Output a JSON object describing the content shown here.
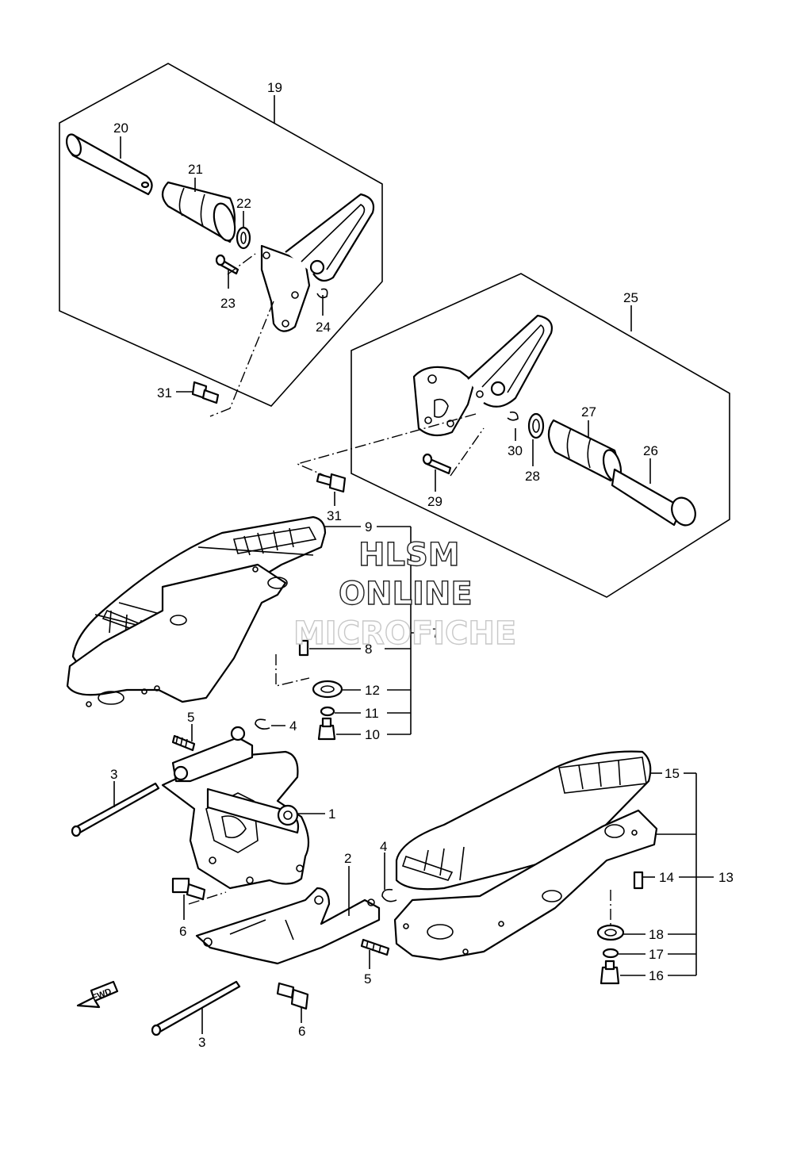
{
  "labels": {
    "l1": "1",
    "l2": "2",
    "l3a": "3",
    "l3b": "3",
    "l4a": "4",
    "l4b": "4",
    "l5a": "5",
    "l5b": "5",
    "l6a": "6",
    "l6b": "6",
    "l7": "7",
    "l8": "8",
    "l9": "9",
    "l10": "10",
    "l11": "11",
    "l12": "12",
    "l13": "13",
    "l14": "14",
    "l15": "15",
    "l16": "16",
    "l17": "17",
    "l18": "18",
    "l19": "19",
    "l20": "20",
    "l21": "21",
    "l22": "22",
    "l23": "23",
    "l24": "24",
    "l25": "25",
    "l26": "26",
    "l27": "27",
    "l28": "28",
    "l29": "29",
    "l30": "30",
    "l31a": "31",
    "l31b": "31"
  },
  "watermark": {
    "line1": "HLSM",
    "line2": "ONLINE",
    "line3": "MICROFICHE"
  },
  "fwd_arrow": {
    "text": "FWD",
    "icon": "fwd-arrow-icon"
  }
}
